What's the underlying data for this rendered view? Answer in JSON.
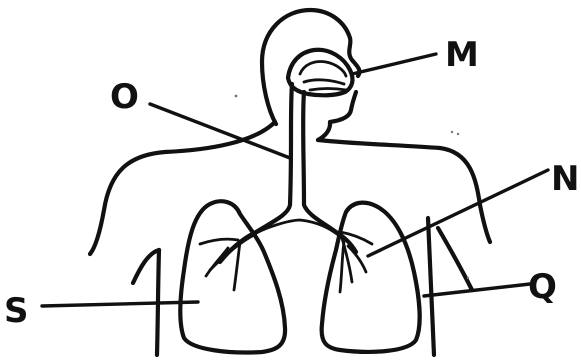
{
  "labels": {
    "m": "M",
    "n": "N",
    "o": "O",
    "q": "Q",
    "s": "S"
  },
  "colors": {
    "ink": "#111111",
    "background": "#ffffff"
  }
}
